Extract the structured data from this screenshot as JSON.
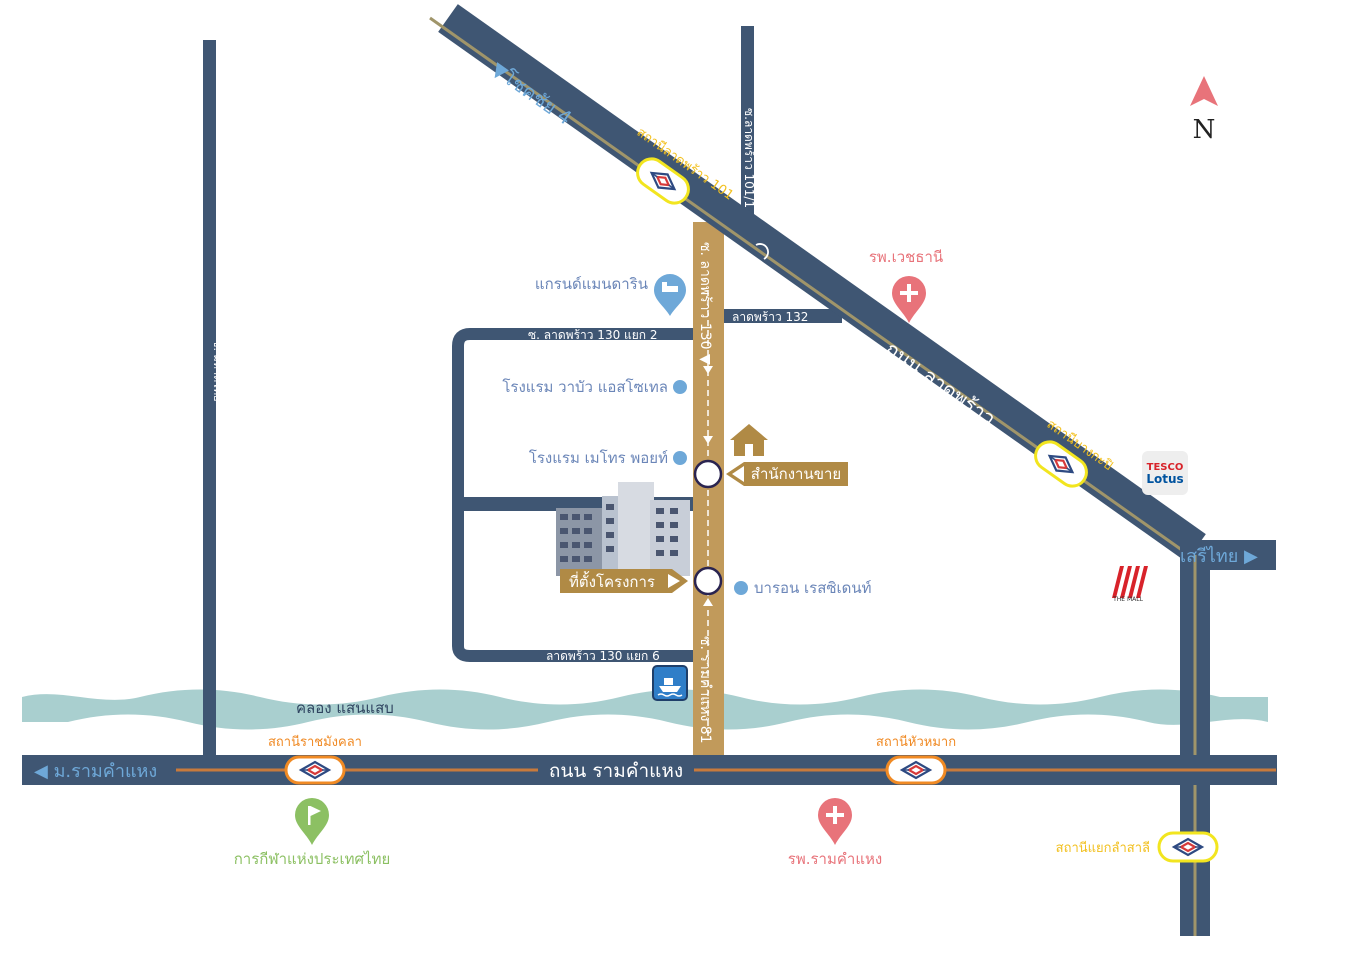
{
  "colors": {
    "road": "#3f5673",
    "road_edge": "#2f4460",
    "rail_gold": "#a0956a",
    "rail_orange": "#c87a3c",
    "canal": "#a9cfcf",
    "yellow_station": "#f2e51f",
    "orange_station": "#f08a24",
    "station_label_orange": "#f08a24",
    "station_label_yellow": "#f2c01f",
    "blue_label": "#6b86b8",
    "light_blue_label": "#6ea8d8",
    "gold_label_bg": "#b08a45",
    "hospital": "#e8737a",
    "green": "#8cc063",
    "compass": "#e8737a"
  },
  "compass": {
    "letter": "N"
  },
  "roads": {
    "chokchai4": "▼โชคชัย 4",
    "lat_phrao_road": "ถนน ลาดพร้าว",
    "ramkhamhaeng_road": "ถนน รามคำแหง",
    "to_m_ram": "◀ ม.รามคำแหง",
    "serithai": "เสรีไทย ▶",
    "soi_latphrao_130": "ซ. ลาดพร้าว 130 ▼",
    "soi_ram_81": "ซ. รามคำแหง 81",
    "soi_latphrao_101_1": "ซ.ลาดพร้าว 101/1",
    "latphrao_132": "ลาดพร้าว 132",
    "soi_130_yaek2": "ซ. ลาดพร้าว 130 แยก 2",
    "latphrao_130_yaek6": "ลาดพร้าว 130 แยก 6",
    "soi_left_vertical": "ซ. มหาดไทย",
    "soi_inner_vertical": "ซ. มหาดไทย",
    "canal": "คลอง แสนแสบ"
  },
  "stations": {
    "latphrao101": "สถานีลาดพร้าว 101",
    "bangkapi": "สถานีบางกะปิ",
    "rajamangala": "สถานีราชมังคลา",
    "huamak": "สถานีหัวหมาก",
    "lamsali": "สถานีแยกลำสาลี"
  },
  "pois": {
    "grand_mandarin": "แกรนด์แมนดาริน",
    "wabua_hotel": "โรงแรม วาบัว แอสโซเทล",
    "metro_point_hotel": "โรงแรม เมโทร พอยท์",
    "baron_residence": "บารอน เรสซิเดนท์",
    "vejthani": "รพ.เวชธานี",
    "ramkhamhaeng_hospital": "รพ.รามคำแหง",
    "sports_authority": "การกีฬาแห่งประเทศไทย",
    "sales_office": "สำนักงานขาย",
    "project_site": "ที่ตั้งโครงการ",
    "tesco_top": "TESCO",
    "tesco_bottom": "Lotus",
    "the_mall": "THE MALL"
  },
  "icons": {
    "station": "mrt-station-icon",
    "hospital": "hospital-pin-icon",
    "hotel": "hotel-pin-icon",
    "flag": "flag-pin-icon",
    "boat": "boat-pier-icon",
    "house": "house-icon",
    "dot": "location-dot-icon"
  }
}
